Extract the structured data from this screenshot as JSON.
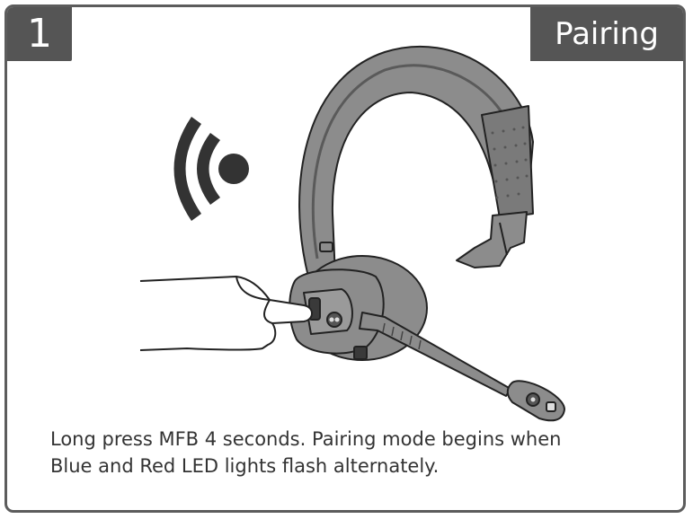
{
  "step": {
    "number": "1",
    "title": "Pairing"
  },
  "instruction": {
    "line1": "Long press MFB 4  seconds. Pairing mode begins when",
    "line2": "Blue and Red LED lights flash alternately."
  },
  "illustration": {
    "icons": [
      "wireless-signal-icon",
      "headset-illustration",
      "hand-pressing-icon"
    ]
  },
  "colors": {
    "badge": "#555555",
    "badge_text": "#ffffff",
    "headset": "#8c8c8c",
    "border": "#5c5c5c"
  }
}
